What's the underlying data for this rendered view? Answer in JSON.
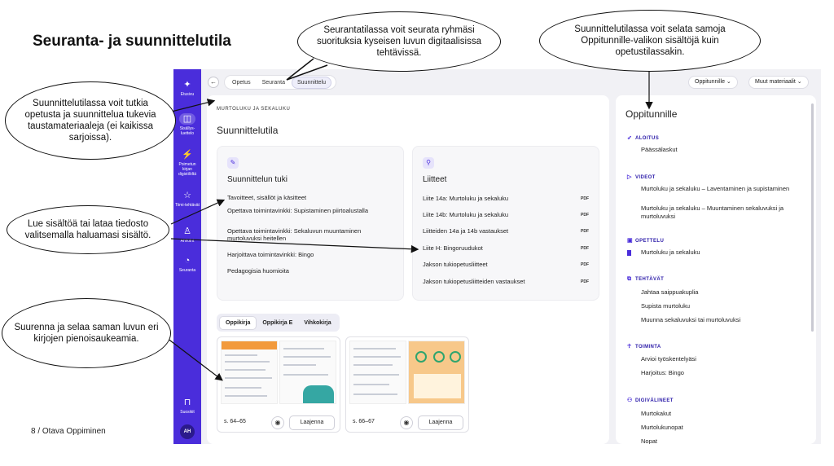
{
  "slide": {
    "title": "Seuranta- ja suunnittelutila",
    "footer": "8  /  Otava Oppiminen"
  },
  "callouts": {
    "top_center": "Seurantatilassa voit seurata ryhmäsi suorituksia kyseisen luvun digitaalisissa tehtävissä.",
    "top_right": "Suunnittelutilassa voit selata samoja Oppitunnille-valikon sisältöjä kuin opetustilassakin.",
    "left_top": "Suunnittelutilassa voit tutkia opetusta ja suunnittelua tukevia taustamateriaaleja (ei kaikissa sarjoissa).",
    "left_middle": "Lue sisältöä tai lataa tiedosto valitsemalla haluamasi sisältö.",
    "left_bottom": "Suurenna ja selaa saman luvun eri kirjojen pienoisaukeamia."
  },
  "sidebar": {
    "items": [
      {
        "label": "Etusivu",
        "icon": "sparkle-icon"
      },
      {
        "label": "Sisällys-luettelo",
        "icon": "book-icon"
      },
      {
        "label": "Poimetun kirjan digistilöltä",
        "icon": "bolt-icon"
      },
      {
        "label": "Tiimi-tehtävät",
        "icon": "star-icon"
      },
      {
        "label": "Arvioint",
        "icon": "badge-icon"
      },
      {
        "label": "Seuranta",
        "icon": "clock-icon"
      },
      {
        "label": "Suosikit",
        "icon": "bookmark-icon"
      }
    ],
    "avatar": "AH"
  },
  "topbar": {
    "tabs": [
      "Opetus",
      "Seuranta",
      "Suunnittelu"
    ],
    "active_tab": "Suunnittelu",
    "oppitunnille": "Oppitunnille ⌄",
    "muut": "Muut materiaalit ⌄"
  },
  "main": {
    "kicker": "MURTOLUKU JA SEKALUKU",
    "title": "Suunnittelutila",
    "tuki": {
      "title": "Suunnittelun tuki",
      "items": [
        "Tavoitteet, sisällöt ja käsitteet",
        "Opettava toimintavinkki: Supistaminen piirtoalustalla",
        "Opettava toimintavinkki: Sekaluvun muuntaminen murtoluvuksi heitellen",
        "Harjoittava toimintavinkki: Bingo",
        "Pedagogisia huomioita"
      ]
    },
    "liitteet": {
      "title": "Liitteet",
      "items": [
        "Liite 14a: Murtoluku ja sekaluku",
        "Liite 14b: Murtoluku ja sekaluku",
        "Liitteiden 14a ja 14b vastaukset",
        "Liite H: Bingoruudukot",
        "Jakson tukiopetusliitteet",
        "Jakson tukiopetusliitteiden vastaukset"
      ],
      "badge": "PDF"
    },
    "booktabs": [
      "Oppikirja",
      "Oppikirja E",
      "Vihkokirja"
    ],
    "thumbs": [
      {
        "pages": "s. 64–65",
        "button": "Laajenna"
      },
      {
        "pages": "s. 66–67",
        "button": "Laajenna"
      }
    ]
  },
  "right": {
    "title": "Oppitunnille",
    "sections": [
      {
        "heading": "ALOITUS",
        "icon": "rocket-icon",
        "items": [
          "Päässälaskut"
        ]
      },
      {
        "heading": "VIDEOT",
        "icon": "play-icon",
        "items": [
          "Murtoluku ja sekaluku – Laventaminen ja supistaminen",
          "Murtoluku ja sekaluku – Muuntaminen sekaluvuksi ja murtoluvuksi"
        ]
      },
      {
        "heading": "OPETTELU",
        "icon": "learn-icon",
        "items": [
          "Murtoluku ja sekaluku"
        ]
      },
      {
        "heading": "TEHTÄVÄT",
        "icon": "tasks-icon",
        "items": [
          "Jahtaa saippuakuplia",
          "Supista murtoluku",
          "Muunna sekaluvuksi tai murtoluvuksi"
        ]
      },
      {
        "heading": "TOIMINTA",
        "icon": "activity-icon",
        "items": [
          "Arvioi työskentelyäsi",
          "Harjoitus: Bingo"
        ]
      },
      {
        "heading": "DIGIVÄLINEET",
        "icon": "tools-icon",
        "items": [
          "Murtokakut",
          "Murtolukunopat",
          "Nopat"
        ]
      }
    ]
  },
  "colors": {
    "sidebar": "#4a2ddb",
    "accent": "#4a2ddb",
    "background": "#f1f1f5"
  }
}
